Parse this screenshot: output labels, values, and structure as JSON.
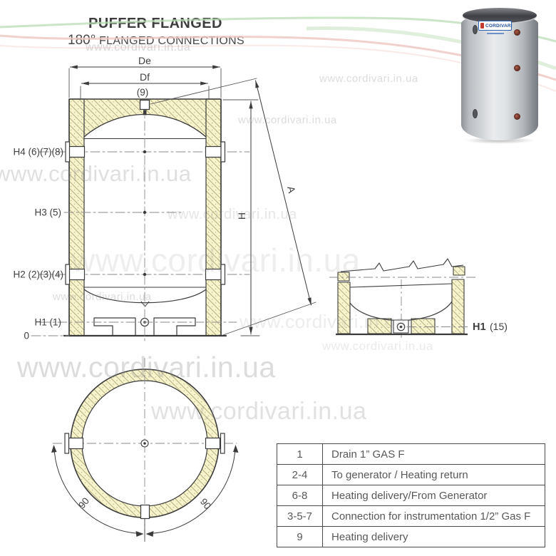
{
  "header": {
    "title": "PUFFER FLANGED",
    "subtitle_deg": "180°",
    "subtitle_rest": " FLANGED CONNECTIONS"
  },
  "watermark": {
    "text": "www.cordivari.in.ua"
  },
  "photo": {
    "brand": "CORDIVARI"
  },
  "front": {
    "de": "De",
    "df": "Df",
    "conn9": "(9)",
    "h4": "H4 (6)(7)(8)",
    "h3": "H3 (5)",
    "h2": "H2 (2)(3)(4)",
    "h1": "H1 (1)",
    "zero": "0",
    "dim_h": "H",
    "dim_a": "A"
  },
  "detail": {
    "h1": "H1",
    "h1_num": "(15)"
  },
  "topview": {
    "angle_left": "90",
    "angle_right": "90"
  },
  "table": {
    "rows": [
      {
        "key": "1",
        "desc": "Drain 1” GAS F"
      },
      {
        "key": "2-4",
        "desc": "To generator / Heating return"
      },
      {
        "key": "6-8",
        "desc": "Heating delivery/From Generator"
      },
      {
        "key": "3-5-7",
        "desc": "Connection for instrumentation 1/2” Gas F"
      },
      {
        "key": "9",
        "desc": "Heating delivery"
      }
    ]
  },
  "colors": {
    "line": "#3b3b3b",
    "centerline": "#8a8a8a",
    "insulation_fill": "#f7f3cb",
    "insulation_hatch": "#ada878",
    "wave_green": "#b9dcb4",
    "wave_red": "#eec6c1",
    "brand_blue": "#1d4e9e",
    "cap_brown": "#6c2f24",
    "table_border": "#4a4a4a",
    "text_gray": "#585858"
  }
}
